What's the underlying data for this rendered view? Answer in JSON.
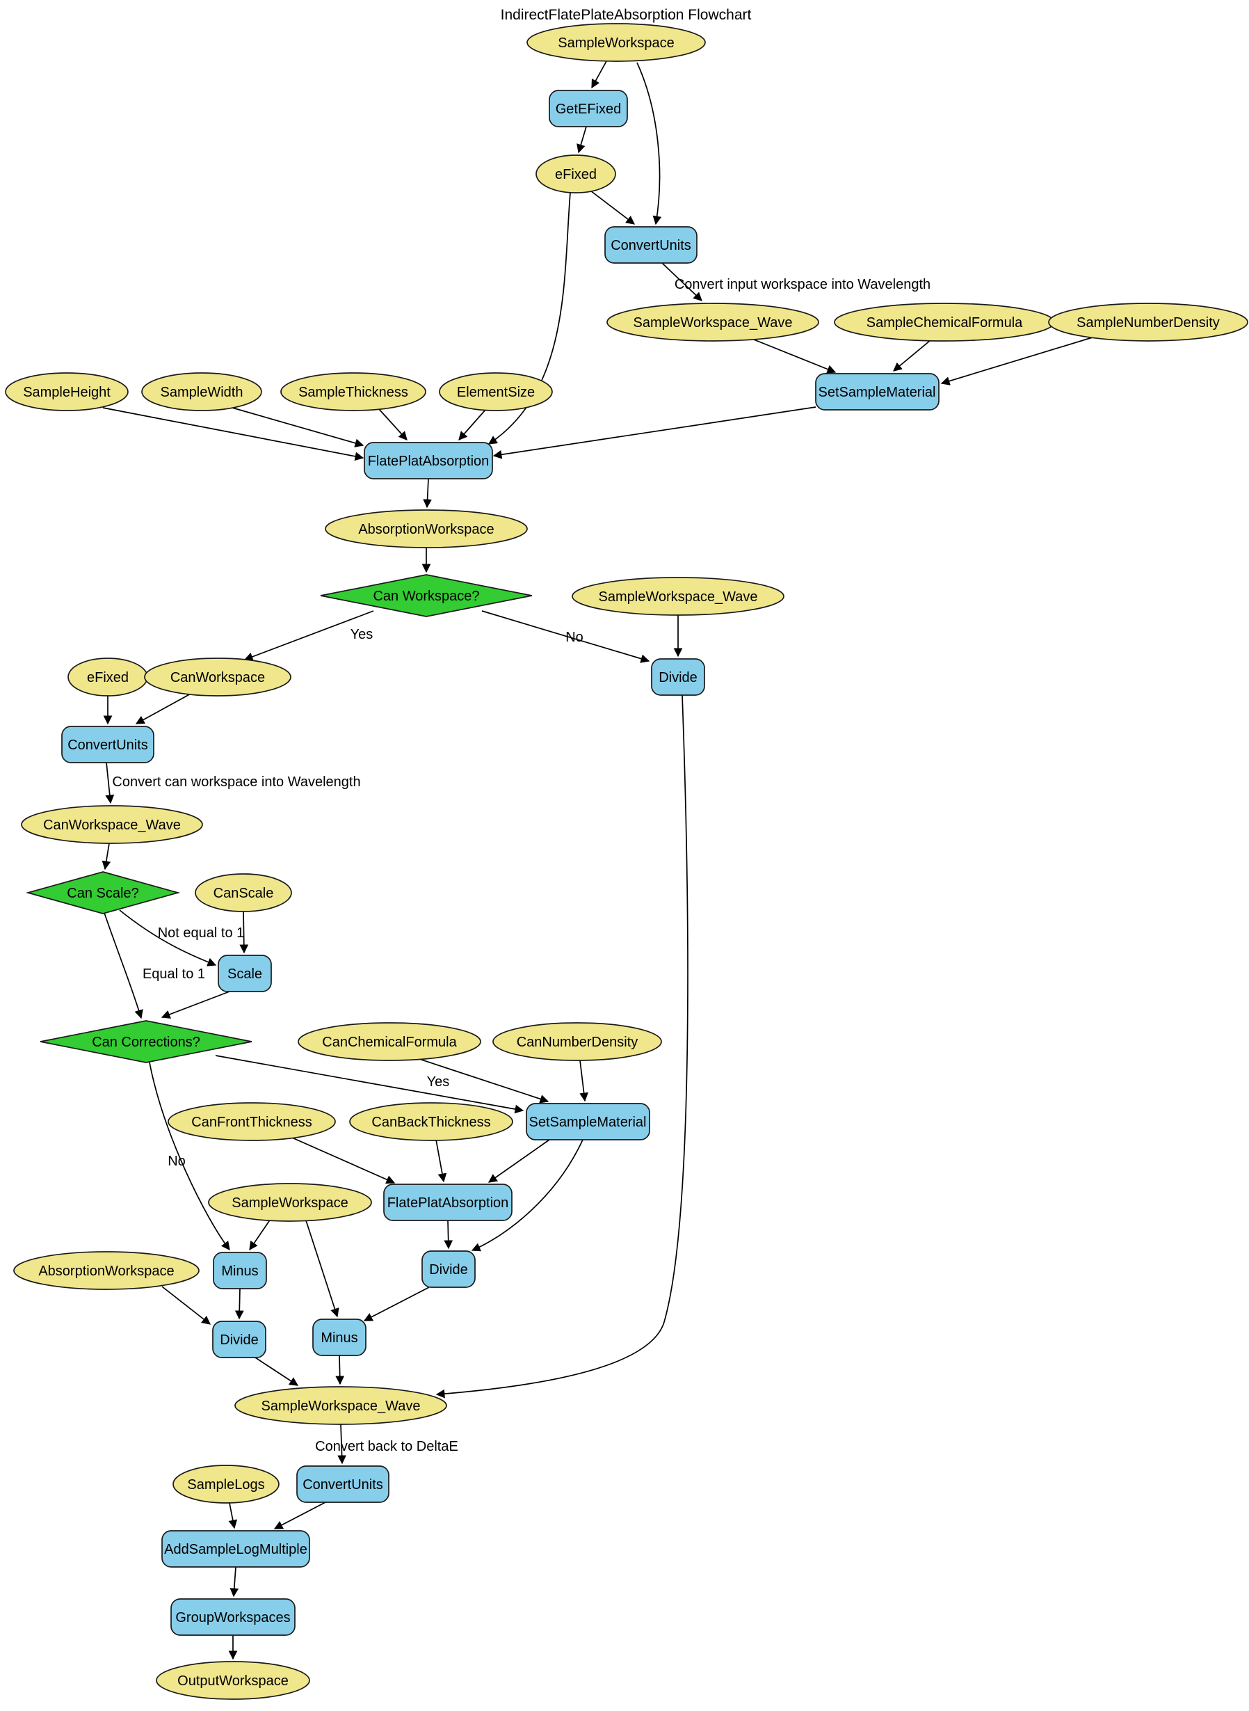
{
  "title": "IndirectFlatePlateAbsorption Flowchart",
  "colors": {
    "workspace_fill": "#F0E68C",
    "algorithm_fill": "#87CEEB",
    "decision_fill": "#33CC33",
    "edge": "#000000",
    "background": "#FFFFFF"
  },
  "nodes": {
    "sample_workspace": {
      "label": "SampleWorkspace",
      "type": "workspace"
    },
    "get_efixed": {
      "label": "GetEFixed",
      "type": "algorithm"
    },
    "efixed_1": {
      "label": "eFixed",
      "type": "workspace"
    },
    "convert_units_1": {
      "label": "ConvertUnits",
      "type": "algorithm"
    },
    "sample_workspace_wave_1": {
      "label": "SampleWorkspace_Wave",
      "type": "workspace"
    },
    "sample_chemical_formula": {
      "label": "SampleChemicalFormula",
      "type": "workspace"
    },
    "sample_number_density": {
      "label": "SampleNumberDensity",
      "type": "workspace"
    },
    "set_sample_material_1": {
      "label": "SetSampleMaterial",
      "type": "algorithm"
    },
    "sample_height": {
      "label": "SampleHeight",
      "type": "workspace"
    },
    "sample_width": {
      "label": "SampleWidth",
      "type": "workspace"
    },
    "sample_thickness": {
      "label": "SampleThickness",
      "type": "workspace"
    },
    "element_size": {
      "label": "ElementSize",
      "type": "workspace"
    },
    "flate_plat_absorption_1": {
      "label": "FlatePlatAbsorption",
      "type": "algorithm"
    },
    "absorption_workspace_1": {
      "label": "AbsorptionWorkspace",
      "type": "workspace"
    },
    "can_workspace_q": {
      "label": "Can Workspace?",
      "type": "decision"
    },
    "sample_workspace_wave_2": {
      "label": "SampleWorkspace_Wave",
      "type": "workspace"
    },
    "divide_1": {
      "label": "Divide",
      "type": "algorithm"
    },
    "efixed_2": {
      "label": "eFixed",
      "type": "workspace"
    },
    "can_workspace": {
      "label": "CanWorkspace",
      "type": "workspace"
    },
    "convert_units_2": {
      "label": "ConvertUnits",
      "type": "algorithm"
    },
    "can_workspace_wave": {
      "label": "CanWorkspace_Wave",
      "type": "workspace"
    },
    "can_scale_q": {
      "label": "Can Scale?",
      "type": "decision"
    },
    "can_scale": {
      "label": "CanScale",
      "type": "workspace"
    },
    "scale": {
      "label": "Scale",
      "type": "algorithm"
    },
    "can_corrections_q": {
      "label": "Can Corrections?",
      "type": "decision"
    },
    "can_chemical_formula": {
      "label": "CanChemicalFormula",
      "type": "workspace"
    },
    "can_number_density": {
      "label": "CanNumberDensity",
      "type": "workspace"
    },
    "set_sample_material_2": {
      "label": "SetSampleMaterial",
      "type": "algorithm"
    },
    "can_front_thickness": {
      "label": "CanFrontThickness",
      "type": "workspace"
    },
    "can_back_thickness": {
      "label": "CanBackThickness",
      "type": "workspace"
    },
    "sample_workspace_2": {
      "label": "SampleWorkspace",
      "type": "workspace"
    },
    "flate_plat_absorption_2": {
      "label": "FlatePlatAbsorption",
      "type": "algorithm"
    },
    "absorption_workspace_2": {
      "label": "AbsorptionWorkspace",
      "type": "workspace"
    },
    "minus_1": {
      "label": "Minus",
      "type": "algorithm"
    },
    "divide_2": {
      "label": "Divide",
      "type": "algorithm"
    },
    "divide_3": {
      "label": "Divide",
      "type": "algorithm"
    },
    "minus_2": {
      "label": "Minus",
      "type": "algorithm"
    },
    "sample_workspace_wave_3": {
      "label": "SampleWorkspace_Wave",
      "type": "workspace"
    },
    "sample_logs": {
      "label": "SampleLogs",
      "type": "workspace"
    },
    "convert_units_3": {
      "label": "ConvertUnits",
      "type": "algorithm"
    },
    "add_sample_log_multiple": {
      "label": "AddSampleLogMultiple",
      "type": "algorithm"
    },
    "group_workspaces": {
      "label": "GroupWorkspaces",
      "type": "algorithm"
    },
    "output_workspace": {
      "label": "OutputWorkspace",
      "type": "workspace"
    }
  },
  "edge_labels": {
    "convert_input": "Convert input workspace into Wavelength",
    "yes_1": "Yes",
    "no_1": "No",
    "convert_can": "Convert can workspace into Wavelength",
    "not_equal_to_1": "Not equal to 1",
    "equal_to_1": "Equal to 1",
    "yes_2": "Yes",
    "no_2": "No",
    "convert_back": "Convert back to DeltaE"
  }
}
